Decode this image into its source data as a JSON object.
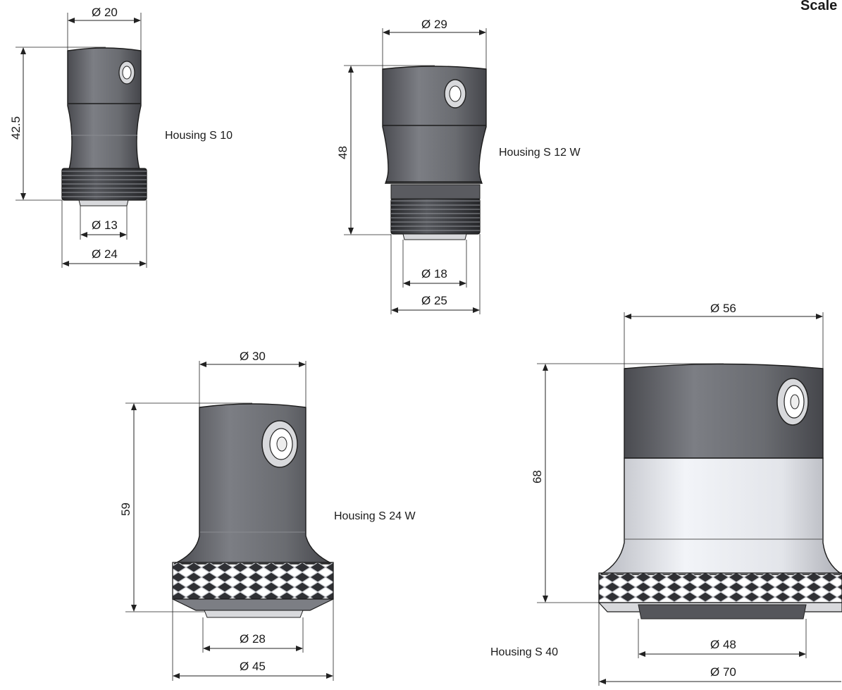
{
  "header": {
    "scale_label": "Scale"
  },
  "housings": [
    {
      "name": "Housing S 10",
      "dims": {
        "top": "Ø 20",
        "height": "42.5",
        "inner": "Ø 13",
        "outer": "Ø 24"
      }
    },
    {
      "name": "Housing S 12 W",
      "dims": {
        "top": "Ø 29",
        "height": "48",
        "inner": "Ø 18",
        "outer": "Ø 25"
      }
    },
    {
      "name": "Housing S 24 W",
      "dims": {
        "top": "Ø 30",
        "height": "59",
        "inner": "Ø 28",
        "outer": "Ø 45"
      }
    },
    {
      "name": "Housing S 40",
      "dims": {
        "top": "Ø 56",
        "height": "68",
        "inner": "Ø 48",
        "outer": "Ø 70"
      }
    }
  ],
  "colors": {
    "body_dark": "#6d6f74",
    "body_light": "#e9ebf0",
    "thread": "#3a3b3f",
    "lens": "#d8d9dc"
  }
}
